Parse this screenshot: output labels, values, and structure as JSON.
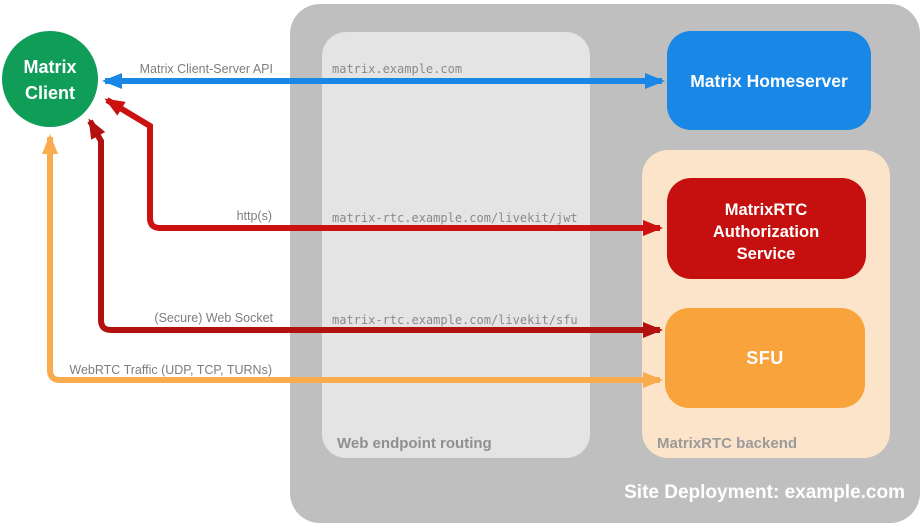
{
  "colors": {
    "client_green": "#0f9d58",
    "homeserver_blue": "#1987e5",
    "auth_red": "#c5100f",
    "sfu_orange": "#f8a33b",
    "api_edge_blue": "#1987e5",
    "http_edge_red": "#cc1111",
    "ws_edge_red": "#b31010",
    "webrtc_edge_orange": "#f9ac4e",
    "site_gray": "#bfbfbf",
    "routing_gray": "#e4e4e4",
    "backend_peach": "#fbe4c9"
  },
  "client": {
    "line1": "Matrix",
    "line2": "Client"
  },
  "nodes": {
    "homeserver": {
      "label": "Matrix Homeserver"
    },
    "auth": {
      "line1": "MatrixRTC",
      "line2": "Authorization",
      "line3": "Service"
    },
    "sfu": {
      "label": "SFU"
    }
  },
  "edges": {
    "api": {
      "label": "Matrix Client-Server API",
      "route": "matrix.example.com"
    },
    "http": {
      "label": "http(s)",
      "route": "matrix-rtc.example.com/livekit/jwt"
    },
    "ws": {
      "label": "(Secure) Web Socket",
      "route": "matrix-rtc.example.com/livekit/sfu"
    },
    "webrtc": {
      "label": "WebRTC Traffic (UDP, TCP, TURNs)"
    }
  },
  "containers": {
    "routing": {
      "label": "Web endpoint routing"
    },
    "backend": {
      "label": "MatrixRTC backend"
    },
    "site": {
      "label": "Site Deployment: example.com"
    }
  }
}
